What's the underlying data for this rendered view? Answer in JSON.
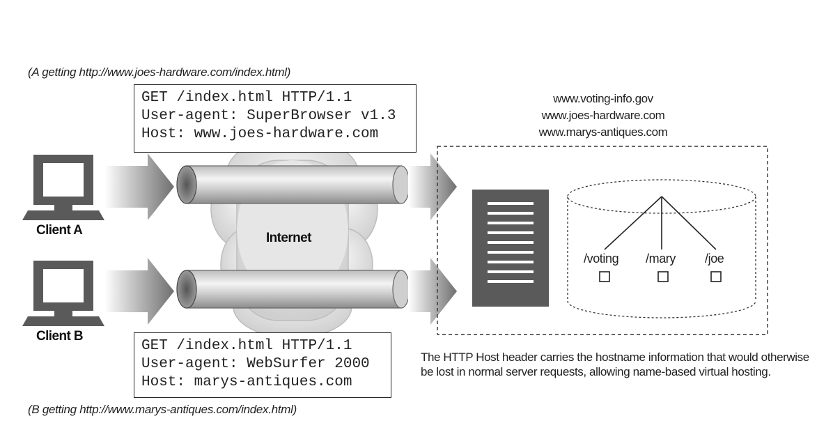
{
  "caption_a": "(A getting http://www.joes-hardware.com/index.html)",
  "caption_b": "(B getting http://www.marys-antiques.com/index.html)",
  "request_a": {
    "line1": "GET /index.html HTTP/1.1",
    "line2": "User-agent: SuperBrowser v1.3",
    "line3": "Host: www.joes-hardware.com"
  },
  "request_b": {
    "line1": "GET /index.html HTTP/1.1",
    "line2": "User-agent: WebSurfer 2000",
    "line3": "Host: marys-antiques.com"
  },
  "clients": {
    "a": "Client A",
    "b": "Client B"
  },
  "internet_label": "Internet",
  "hosts": [
    "www.voting-info.gov",
    "www.joes-hardware.com",
    "www.marys-antiques.com"
  ],
  "paths": [
    "/voting",
    "/mary",
    "/joe"
  ],
  "note": "The HTTP Host header carries the hostname information that would otherwise be lost in normal server requests, allowing name-based virtual hosting."
}
